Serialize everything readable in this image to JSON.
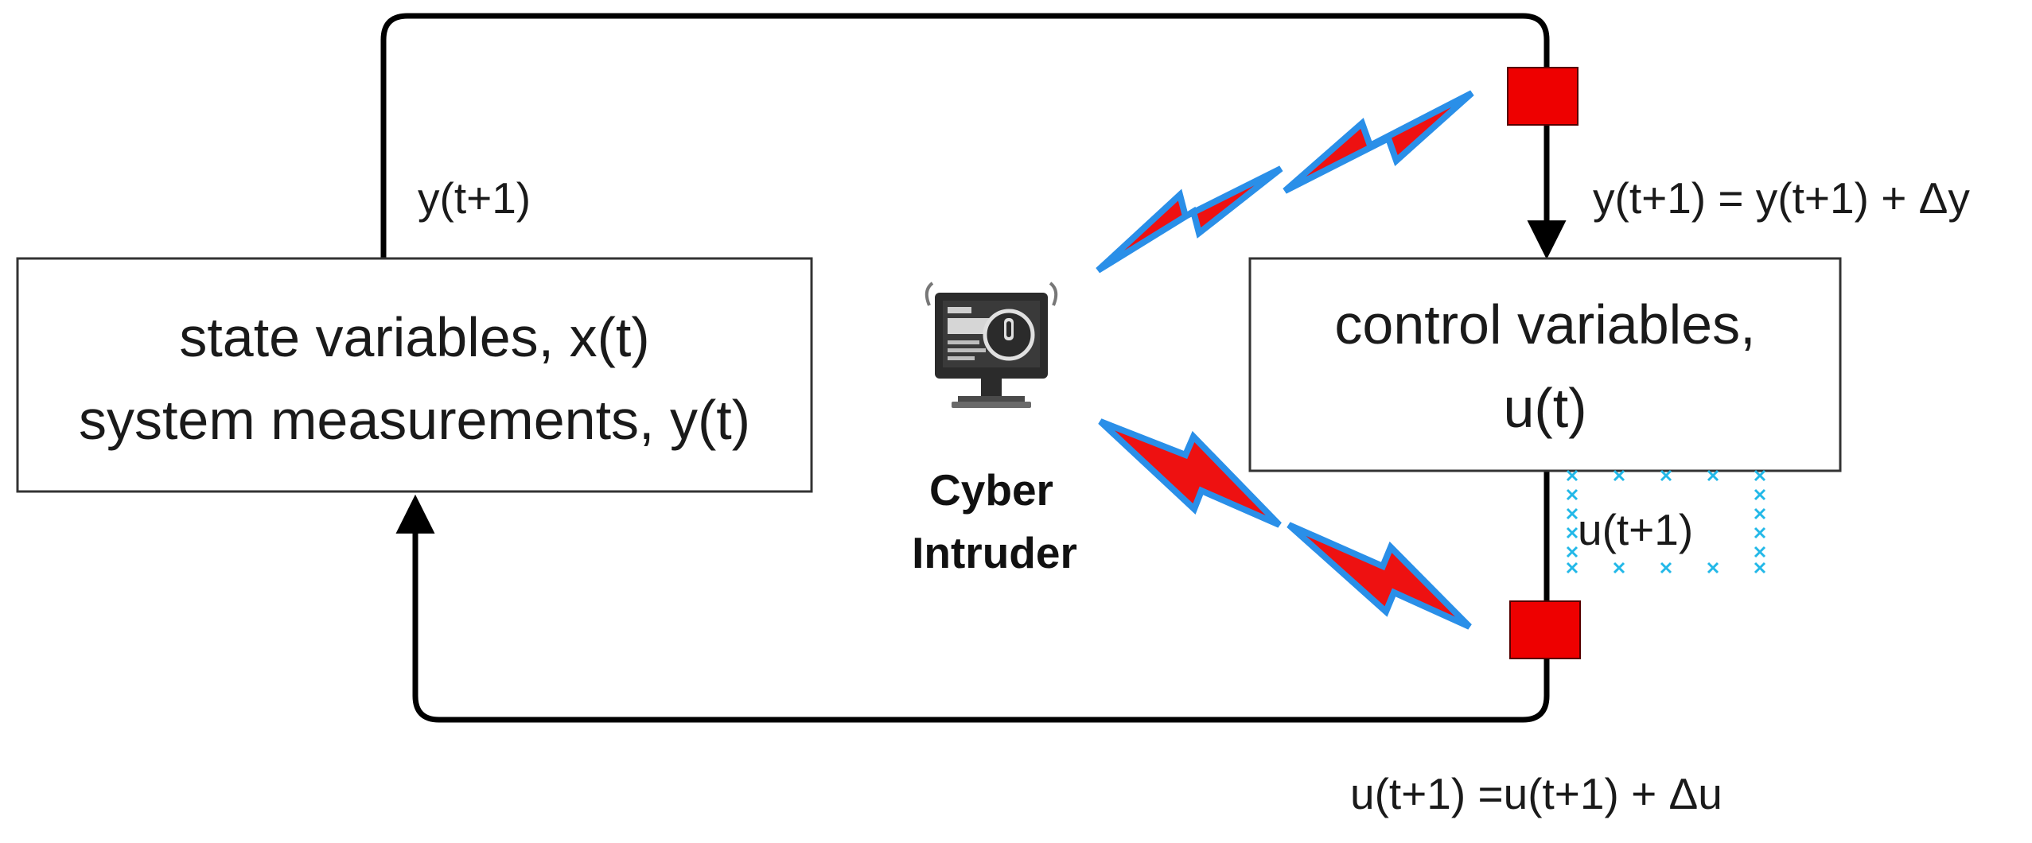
{
  "state_box": {
    "line1": "state variables, x(t)",
    "line2": "system measurements, y(t)"
  },
  "control_box": {
    "line1": "control variables,",
    "line2": "u(t)"
  },
  "labels": {
    "y_feedback": "y(t+1)",
    "y_attack": "y(t+1) = y(t+1) + Δy",
    "u_output": "u(t+1)",
    "u_attack": "u(t+1) =u(t+1) + Δu"
  },
  "intruder": {
    "line1": "Cyber",
    "line2": "Intruder",
    "icon": "computer-monitor-icon"
  },
  "colors": {
    "loop_line": "#000000",
    "tap_square": "#ee0000",
    "lightning_fill": "#ee1111",
    "lightning_outline": "#2a8fe8",
    "dotted_marks": "#22b8e8"
  }
}
